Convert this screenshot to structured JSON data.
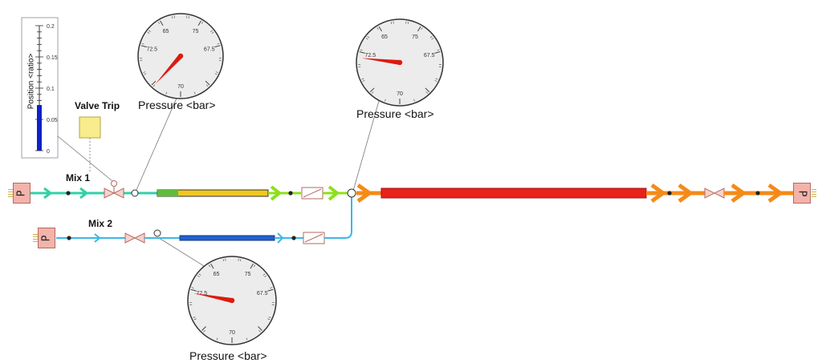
{
  "title": "",
  "sources": [
    {
      "name": "source-mix-1",
      "label": "P"
    },
    {
      "name": "source-mix-2",
      "label": "P"
    },
    {
      "name": "sink-outlet",
      "label": "P"
    }
  ],
  "labels": {
    "mix1": "Mix 1",
    "mix2": "Mix 2",
    "valve_trip": "Valve Trip"
  },
  "position_gauge": {
    "axis_label": "Position <ratio>",
    "ticks": [
      "0.2",
      "0.15",
      "0.1",
      "0.05",
      "0"
    ],
    "value": 0.073,
    "min": 0,
    "max": 0.2,
    "fill_color": "#1020c8"
  },
  "pressure_gauges": [
    {
      "id": "gauge-upper-left",
      "label": "Pressure <bar>",
      "ticks": [
        "65",
        "67.5",
        "70",
        "72.5",
        "75"
      ],
      "value": 71.0
    },
    {
      "id": "gauge-upper-right",
      "label": "Pressure <bar>",
      "ticks": [
        "65",
        "67.5",
        "70",
        "72.5",
        "75"
      ],
      "value": 72.3
    },
    {
      "id": "gauge-lower",
      "label": "Pressure <bar>",
      "ticks": [
        "65",
        "67.5",
        "70",
        "72.5",
        "75"
      ],
      "value": 72.4
    }
  ],
  "colors": {
    "mix1_line": "#33d0a8",
    "mix2_line": "#3ab8e8",
    "pipe_yellow": "#f2c81e",
    "pipe_green": "#8ce01a",
    "pipe_blue": "#2060d0",
    "main_red": "#e8221a",
    "main_orange": "#f58a18",
    "needle": "#dd1a10",
    "trip_box": "#f8ec8c"
  }
}
